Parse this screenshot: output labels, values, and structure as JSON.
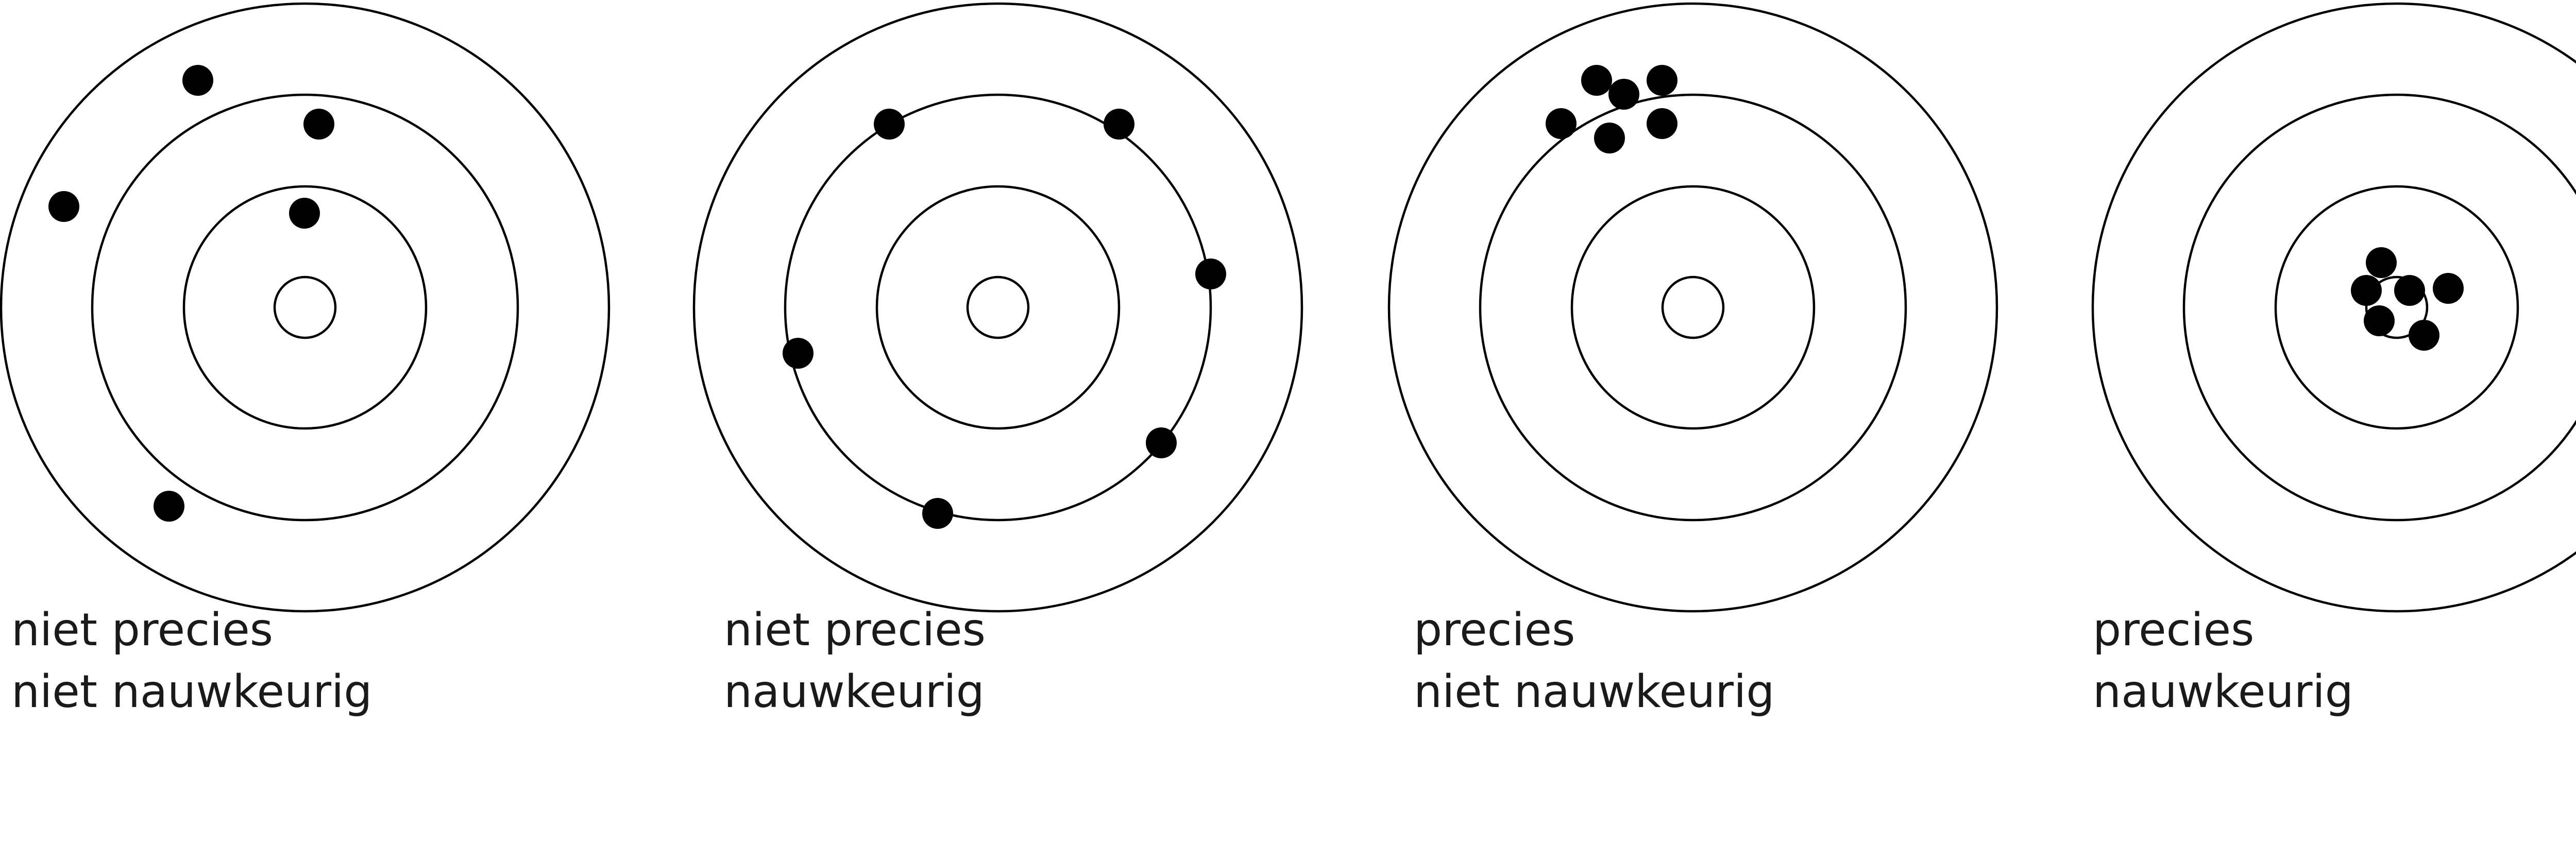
{
  "targets": [
    {
      "id": "target-1",
      "caption_line1": "niet precies",
      "caption_line2": "niet nauwkeurig"
    },
    {
      "id": "target-2",
      "caption_line1": "niet precies",
      "caption_line2": "nauwkeurig"
    },
    {
      "id": "target-3",
      "caption_line1": "precies",
      "caption_line2": "niet nauwkeurig"
    },
    {
      "id": "target-4",
      "caption_line1": "precies",
      "caption_line2": "nauwkeurig"
    }
  ],
  "colors": {
    "ring": "#000000",
    "hit": "#000000",
    "text": "#1a1a1a",
    "background": "#ffffff"
  }
}
